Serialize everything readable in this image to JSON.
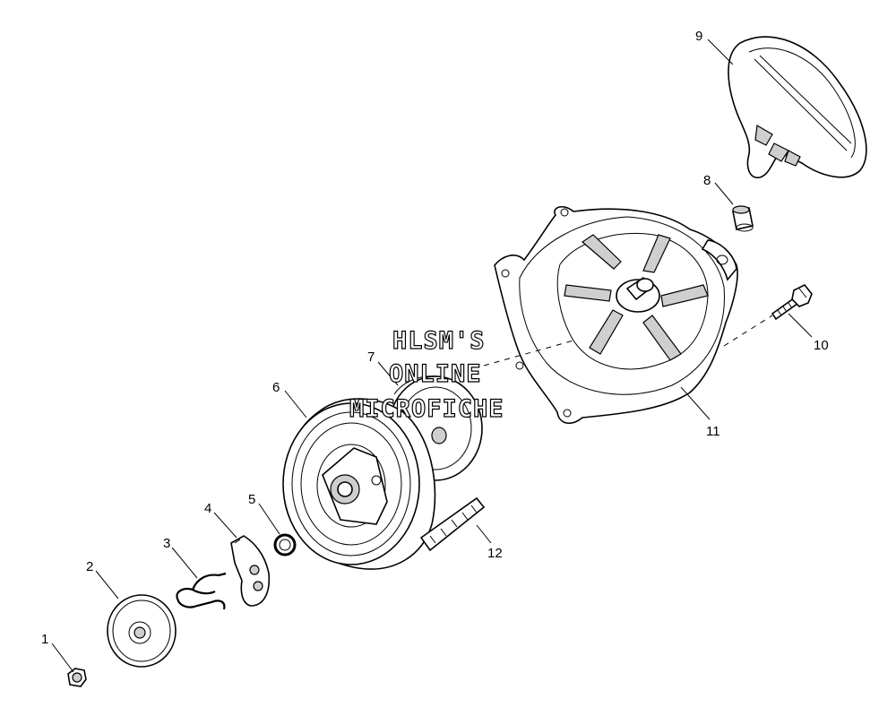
{
  "watermark": {
    "line1": "HLSM'S",
    "line2": "ONLINE",
    "line3": "MICROFICHE"
  },
  "callouts": {
    "c1": "1",
    "c2": "2",
    "c3": "3",
    "c4": "4",
    "c5": "5",
    "c6": "6",
    "c7": "7",
    "c8": "8",
    "c9": "9",
    "c10": "10",
    "c11": "11",
    "c12": "12"
  }
}
